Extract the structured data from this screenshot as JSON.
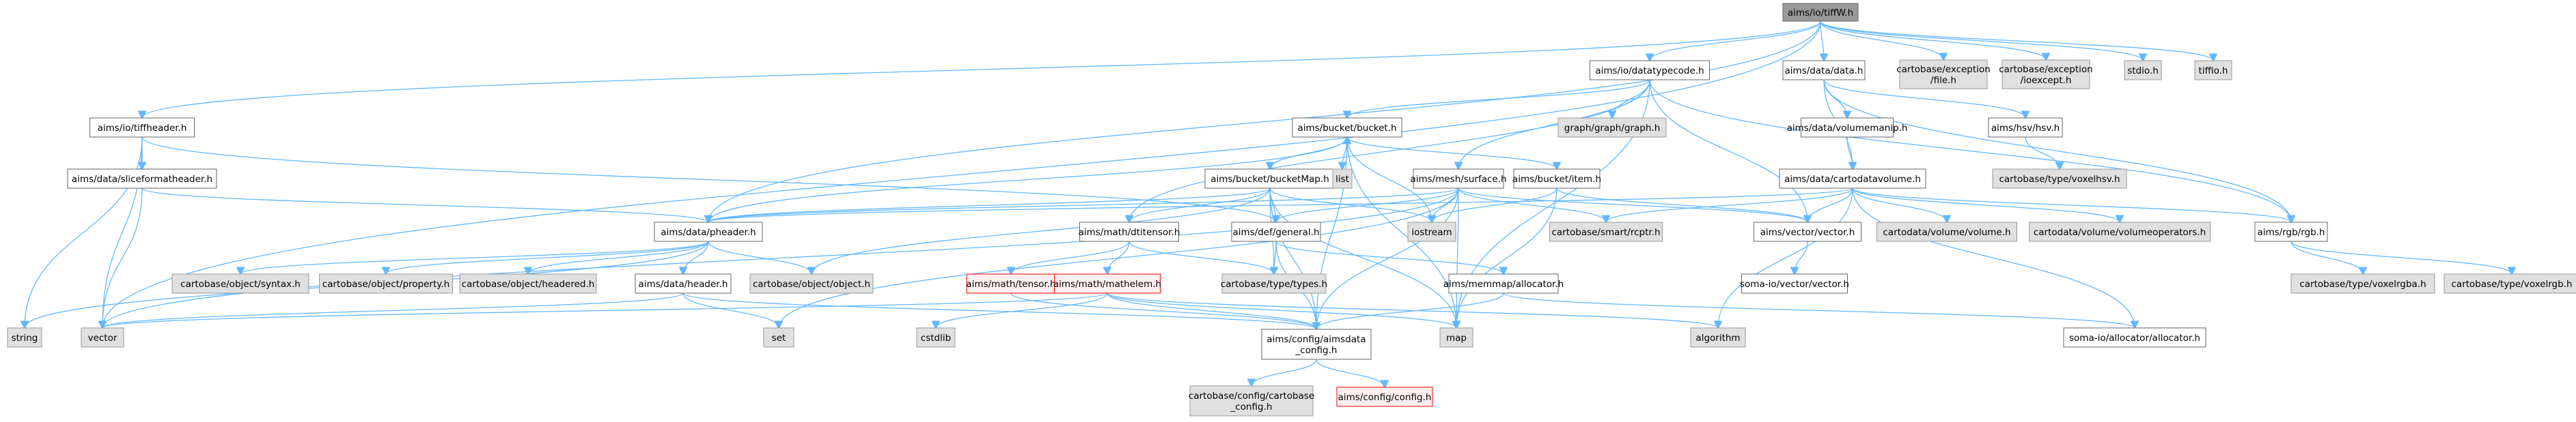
{
  "graph": {
    "title": "aims/io/tiffW.h",
    "colors": {
      "edge": "#63b8ff",
      "root_fill": "#999999",
      "root_stroke": "#666666",
      "doc_fill": "#ffffff",
      "doc_stroke": "#666666",
      "ext_fill": "#e0e0e0",
      "ext_stroke": "#999999",
      "red_fill": "#fff0f0",
      "red_stroke": "#ff0000"
    },
    "nodes": [
      {
        "id": "tiffW",
        "label": [
          "aims/io/tiffW.h"
        ],
        "kind": "root"
      },
      {
        "id": "tiffheader",
        "label": [
          "aims/io/tiffheader.h"
        ],
        "kind": "doc"
      },
      {
        "id": "datatypecode",
        "label": [
          "aims/io/datatypecode.h"
        ],
        "kind": "doc"
      },
      {
        "id": "datah",
        "label": [
          "aims/data/data.h"
        ],
        "kind": "doc"
      },
      {
        "id": "exc_file",
        "label": [
          "cartobase/exception",
          "/file.h"
        ],
        "kind": "ext"
      },
      {
        "id": "exc_io",
        "label": [
          "cartobase/exception",
          "/ioexcept.h"
        ],
        "kind": "ext"
      },
      {
        "id": "stdio",
        "label": [
          "stdio.h"
        ],
        "kind": "ext"
      },
      {
        "id": "tiffio",
        "label": [
          "tiffio.h"
        ],
        "kind": "ext"
      },
      {
        "id": "sliceformat",
        "label": [
          "aims/data/sliceformatheader.h"
        ],
        "kind": "doc"
      },
      {
        "id": "bucket",
        "label": [
          "aims/bucket/bucket.h"
        ],
        "kind": "doc"
      },
      {
        "id": "graphh",
        "label": [
          "graph/graph/graph.h"
        ],
        "kind": "ext"
      },
      {
        "id": "volumemanip",
        "label": [
          "aims/data/volumemanip.h"
        ],
        "kind": "doc"
      },
      {
        "id": "hsv",
        "label": [
          "aims/hsv/hsv.h"
        ],
        "kind": "doc"
      },
      {
        "id": "bucketMap",
        "label": [
          "aims/bucket/bucketMap.h"
        ],
        "kind": "doc"
      },
      {
        "id": "list",
        "label": [
          "list"
        ],
        "kind": "ext"
      },
      {
        "id": "surface",
        "label": [
          "aims/mesh/surface.h"
        ],
        "kind": "doc"
      },
      {
        "id": "item",
        "label": [
          "aims/bucket/item.h"
        ],
        "kind": "doc"
      },
      {
        "id": "cartodatavolume",
        "label": [
          "aims/data/cartodatavolume.h"
        ],
        "kind": "doc"
      },
      {
        "id": "voxelhsv",
        "label": [
          "cartobase/type/voxelhsv.h"
        ],
        "kind": "ext"
      },
      {
        "id": "pheader",
        "label": [
          "aims/data/pheader.h"
        ],
        "kind": "doc"
      },
      {
        "id": "dtitensor",
        "label": [
          "aims/math/dtitensor.h"
        ],
        "kind": "doc"
      },
      {
        "id": "general",
        "label": [
          "aims/def/general.h"
        ],
        "kind": "doc"
      },
      {
        "id": "iostream",
        "label": [
          "iostream"
        ],
        "kind": "ext"
      },
      {
        "id": "rcptr",
        "label": [
          "cartobase/smart/rcptr.h"
        ],
        "kind": "ext"
      },
      {
        "id": "vectorh",
        "label": [
          "aims/vector/vector.h"
        ],
        "kind": "doc"
      },
      {
        "id": "cd_volume",
        "label": [
          "cartodata/volume/volume.h"
        ],
        "kind": "ext"
      },
      {
        "id": "cd_volops",
        "label": [
          "cartodata/volume/volumeoperators.h"
        ],
        "kind": "ext"
      },
      {
        "id": "rgb",
        "label": [
          "aims/rgb/rgb.h"
        ],
        "kind": "doc"
      },
      {
        "id": "syntax",
        "label": [
          "cartobase/object/syntax.h"
        ],
        "kind": "ext"
      },
      {
        "id": "property",
        "label": [
          "cartobase/object/property.h"
        ],
        "kind": "ext"
      },
      {
        "id": "headered",
        "label": [
          "cartobase/object/headered.h"
        ],
        "kind": "ext"
      },
      {
        "id": "header",
        "label": [
          "aims/data/header.h"
        ],
        "kind": "doc"
      },
      {
        "id": "object",
        "label": [
          "cartobase/object/object.h"
        ],
        "kind": "ext"
      },
      {
        "id": "tensor",
        "label": [
          "aims/math/tensor.h"
        ],
        "kind": "red"
      },
      {
        "id": "mathelem",
        "label": [
          "aims/math/mathelem.h"
        ],
        "kind": "red"
      },
      {
        "id": "types",
        "label": [
          "cartobase/type/types.h"
        ],
        "kind": "ext"
      },
      {
        "id": "memmap",
        "label": [
          "aims/memmap/allocator.h"
        ],
        "kind": "doc"
      },
      {
        "id": "somavector",
        "label": [
          "soma-io/vector/vector.h"
        ],
        "kind": "doc"
      },
      {
        "id": "voxelrgba",
        "label": [
          "cartobase/type/voxelrgba.h"
        ],
        "kind": "ext"
      },
      {
        "id": "voxelrgb",
        "label": [
          "cartobase/type/voxelrgb.h"
        ],
        "kind": "ext"
      },
      {
        "id": "string",
        "label": [
          "string"
        ],
        "kind": "ext"
      },
      {
        "id": "vector",
        "label": [
          "vector"
        ],
        "kind": "ext"
      },
      {
        "id": "set",
        "label": [
          "set"
        ],
        "kind": "ext"
      },
      {
        "id": "cstdlib",
        "label": [
          "cstdlib"
        ],
        "kind": "ext"
      },
      {
        "id": "aimsdataconfig",
        "label": [
          "aims/config/aimsdata",
          "_config.h"
        ],
        "kind": "doc"
      },
      {
        "id": "map",
        "label": [
          "map"
        ],
        "kind": "ext"
      },
      {
        "id": "algorithm",
        "label": [
          "algorithm"
        ],
        "kind": "ext"
      },
      {
        "id": "somaalloc",
        "label": [
          "soma-io/allocator/allocator.h"
        ],
        "kind": "doc"
      },
      {
        "id": "cartobaseconfig",
        "label": [
          "cartobase/config/cartobase",
          "_config.h"
        ],
        "kind": "ext"
      },
      {
        "id": "configh",
        "label": [
          "aims/config/config.h"
        ],
        "kind": "red"
      }
    ],
    "edges": [
      [
        "tiffW",
        "tiffheader"
      ],
      [
        "tiffW",
        "datatypecode"
      ],
      [
        "tiffW",
        "datah"
      ],
      [
        "tiffW",
        "exc_file"
      ],
      [
        "tiffW",
        "exc_io"
      ],
      [
        "tiffW",
        "stdio"
      ],
      [
        "tiffW",
        "tiffio"
      ],
      [
        "tiffW",
        "pheader"
      ],
      [
        "tiffW",
        "vector"
      ],
      [
        "tiffheader",
        "sliceformat"
      ],
      [
        "tiffheader",
        "general"
      ],
      [
        "tiffheader",
        "string"
      ],
      [
        "tiffheader",
        "vector"
      ],
      [
        "sliceformat",
        "pheader"
      ],
      [
        "sliceformat",
        "vector"
      ],
      [
        "datatypecode",
        "bucket"
      ],
      [
        "datatypecode",
        "graphh"
      ],
      [
        "datatypecode",
        "surface"
      ],
      [
        "datatypecode",
        "vectorh"
      ],
      [
        "datatypecode",
        "rgb"
      ],
      [
        "datatypecode",
        "dtitensor"
      ],
      [
        "datatypecode",
        "map"
      ],
      [
        "datah",
        "volumemanip"
      ],
      [
        "datah",
        "hsv"
      ],
      [
        "datah",
        "cartodatavolume"
      ],
      [
        "datah",
        "rgb"
      ],
      [
        "volumemanip",
        "cartodatavolume"
      ],
      [
        "hsv",
        "voxelhsv"
      ],
      [
        "bucket",
        "bucketMap"
      ],
      [
        "bucket",
        "list"
      ],
      [
        "bucket",
        "item"
      ],
      [
        "bucket",
        "iostream"
      ],
      [
        "bucket",
        "pheader"
      ],
      [
        "bucket",
        "aimsdataconfig"
      ],
      [
        "bucket",
        "map"
      ],
      [
        "bucketMap",
        "bucket"
      ],
      [
        "bucketMap",
        "dtitensor"
      ],
      [
        "bucketMap",
        "general"
      ],
      [
        "bucketMap",
        "iostream"
      ],
      [
        "bucketMap",
        "pheader"
      ],
      [
        "bucketMap",
        "object"
      ],
      [
        "bucketMap",
        "types"
      ],
      [
        "bucketMap",
        "aimsdataconfig"
      ],
      [
        "bucketMap",
        "map"
      ],
      [
        "surface",
        "pheader"
      ],
      [
        "surface",
        "vectorh"
      ],
      [
        "surface",
        "iostream"
      ],
      [
        "surface",
        "rcptr"
      ],
      [
        "surface",
        "general"
      ],
      [
        "surface",
        "aimsdataconfig"
      ],
      [
        "surface",
        "map"
      ],
      [
        "surface",
        "vector"
      ],
      [
        "surface",
        "set"
      ],
      [
        "item",
        "iostream"
      ],
      [
        "item",
        "vectorh"
      ],
      [
        "item",
        "map"
      ],
      [
        "cartodatavolume",
        "pheader"
      ],
      [
        "cartodatavolume",
        "rcptr"
      ],
      [
        "cartodatavolume",
        "vectorh"
      ],
      [
        "cartodatavolume",
        "cd_volume"
      ],
      [
        "cartodatavolume",
        "cd_volops"
      ],
      [
        "cartodatavolume",
        "rgb"
      ],
      [
        "cartodatavolume",
        "algorithm"
      ],
      [
        "cartodatavolume",
        "somaalloc"
      ],
      [
        "pheader",
        "syntax"
      ],
      [
        "pheader",
        "property"
      ],
      [
        "pheader",
        "headered"
      ],
      [
        "pheader",
        "header"
      ],
      [
        "pheader",
        "object"
      ],
      [
        "pheader",
        "string"
      ],
      [
        "header",
        "set"
      ],
      [
        "header",
        "aimsdataconfig"
      ],
      [
        "header",
        "vector"
      ],
      [
        "dtitensor",
        "tensor"
      ],
      [
        "dtitensor",
        "mathelem"
      ],
      [
        "dtitensor",
        "types"
      ],
      [
        "general",
        "types"
      ],
      [
        "general",
        "aimsdataconfig"
      ],
      [
        "general",
        "memmap"
      ],
      [
        "mathelem",
        "aimsdataconfig"
      ],
      [
        "mathelem",
        "cstdlib"
      ],
      [
        "mathelem",
        "map"
      ],
      [
        "mathelem",
        "algorithm"
      ],
      [
        "mathelem",
        "vector"
      ],
      [
        "tensor",
        "aimsdataconfig"
      ],
      [
        "memmap",
        "aimsdataconfig"
      ],
      [
        "memmap",
        "somaalloc"
      ],
      [
        "vectorh",
        "somavector"
      ],
      [
        "rgb",
        "voxelrgba"
      ],
      [
        "rgb",
        "voxelrgb"
      ],
      [
        "aimsdataconfig",
        "cartobaseconfig"
      ],
      [
        "aimsdataconfig",
        "configh"
      ]
    ]
  }
}
